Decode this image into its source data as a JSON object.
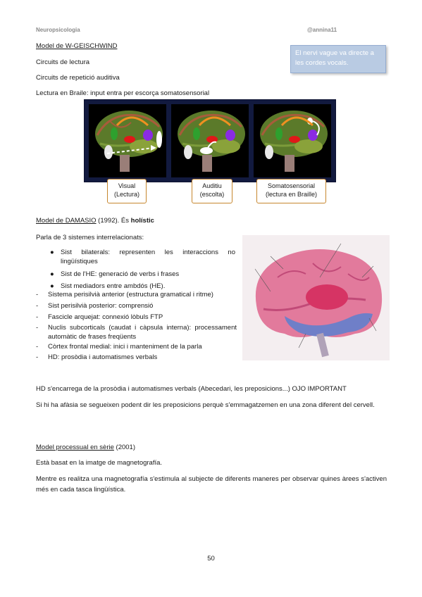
{
  "header": {
    "left": "Neuropsicologia",
    "right": "@annina11"
  },
  "note": "El nervi vague va directe a les cordes vocals.",
  "section1": {
    "title": "Model de W-GEISCHWIND",
    "lines": [
      "Circuits de lectura",
      "Circuits de repetició auditiva",
      "Lectura en Braile: input entra per escorça somatosensorial"
    ]
  },
  "captions": [
    {
      "line1": "Visual",
      "line2": "(Lectura)"
    },
    {
      "line1": "Auditiu",
      "line2": "(escolta)"
    },
    {
      "line1": "Somatosensorial",
      "line2": "(lectura en Braille)"
    }
  ],
  "section2": {
    "title": "Model de DAMASIO",
    "title_rest": " (1992). És ",
    "title_bold": "holístic",
    "intro": "Parla de 3 sistemes interrelacionats:",
    "bullets": [
      "Sist bilaterals: representen les interaccions no lingüístiques",
      "Sist de l'HE: generació de verbs i frases",
      "Sist mediadors entre ambdós (HE)."
    ],
    "dashes": [
      "Sistema perisilvià anterior (estructura gramatical i ritme)",
      "Sist perisilvià posterior: comprensió",
      "Fascicle arquejat: connexió lòbuls FTP",
      "Nuclis subcorticals (caudat i càpsula interna): processament automàtic de frases freqüents",
      "Còrtex frontal medial: inici i manteniment de la parla",
      "HD: prosòdia i automatismes verbals"
    ],
    "p1": "HD s'encarrega de la prosòdia i automatismes verbals (Abecedari, les preposicions...) OJO IMPORTANT",
    "p2": "Si hi ha afàsia se segueixen podent dir les preposicions perquè s'emmagatzemen en una zona diferent del cervell."
  },
  "section3": {
    "title": "Model processual en sèrie",
    "title_rest": " (2001)",
    "p1": "Està basat en la imatge de magnetografía.",
    "p2": "Mentre es realitza una magnetografía s'estimula al subjecte de diferents maneres per observar quines àrees s'activen més en cada tasca lingüística."
  },
  "page_number": "50",
  "colors": {
    "note_bg": "#b9cbe3",
    "strip_bg": "#121a3f",
    "caption_border": "#c6862d"
  }
}
